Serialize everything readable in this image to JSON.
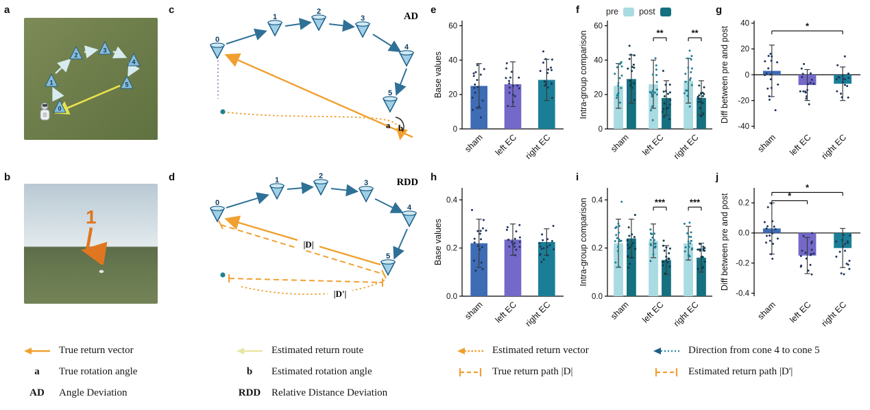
{
  "panels": {
    "a": {
      "label": "a",
      "cones": [
        "0",
        "1",
        "2",
        "3",
        "4",
        "5"
      ]
    },
    "b": {
      "label": "b",
      "marker": "1"
    },
    "c": {
      "label": "c",
      "title": "AD",
      "cones": [
        "0",
        "1",
        "2",
        "3",
        "4",
        "5"
      ],
      "angle_true": "a",
      "angle_est": "b"
    },
    "d": {
      "label": "d",
      "title": "RDD",
      "cones": [
        "0",
        "1",
        "2",
        "3",
        "4",
        "5"
      ],
      "dist_true": "|D|",
      "dist_est": "|D'|"
    },
    "e": {
      "label": "e"
    },
    "f": {
      "label": "f"
    },
    "g": {
      "label": "g"
    },
    "h": {
      "label": "h"
    },
    "i": {
      "label": "i"
    },
    "j": {
      "label": "j"
    }
  },
  "chart_data": [
    {
      "panel": "e",
      "type": "bar",
      "ylabel": "Base values",
      "categories": [
        "sham",
        "left EC",
        "right EC"
      ],
      "series": [
        {
          "name": "",
          "colors": [
            "#3e6cb5",
            "#7468c9",
            "#1a7f96"
          ],
          "values": [
            25,
            26,
            28.5
          ],
          "errors": [
            13,
            13,
            12
          ],
          "dot_color": "#20365c"
        }
      ],
      "ylim": [
        0,
        63
      ],
      "yticks": [
        0,
        20,
        40,
        60
      ],
      "decimals": 0,
      "significance": []
    },
    {
      "panel": "f",
      "type": "bar",
      "ylabel": "Intra-group comparison",
      "categories": [
        "sham",
        "left EC",
        "right EC"
      ],
      "series": [
        {
          "name": "pre",
          "color": "#a9dbe2",
          "values": [
            25,
            26,
            28
          ],
          "errors": [
            13,
            14,
            13
          ],
          "dot_color": "#1b7f96"
        },
        {
          "name": "post",
          "color": "#15707f",
          "values": [
            29,
            18,
            18
          ],
          "errors": [
            14,
            10,
            10
          ],
          "dot_color": "#0d3b4d"
        }
      ],
      "ylim": [
        0,
        63
      ],
      "yticks": [
        0,
        20,
        40,
        60
      ],
      "decimals": 0,
      "significance": [
        {
          "type": "within",
          "category": 1,
          "label": "**",
          "y": 53
        },
        {
          "type": "within",
          "category": 2,
          "label": "**",
          "y": 53
        }
      ]
    },
    {
      "panel": "g",
      "type": "bar",
      "ylabel": "Diff between pre and post",
      "categories": [
        "sham",
        "left EC",
        "right EC"
      ],
      "series": [
        {
          "name": "",
          "colors": [
            "#3e6cb5",
            "#7468c9",
            "#1a7f96"
          ],
          "values": [
            3,
            -8,
            -7
          ],
          "errors": [
            20,
            12,
            13
          ],
          "dot_color": "#20365c"
        }
      ],
      "ylim": [
        -42,
        42
      ],
      "yticks": [
        -40,
        -20,
        0,
        20,
        40
      ],
      "decimals": 0,
      "significance": [
        {
          "type": "across",
          "from": 0,
          "to": 2,
          "label": "*",
          "y": 34
        }
      ]
    },
    {
      "panel": "h",
      "type": "bar",
      "ylabel": "Base values",
      "categories": [
        "sham",
        "left EC",
        "right EC"
      ],
      "series": [
        {
          "name": "",
          "colors": [
            "#3e6cb5",
            "#7468c9",
            "#1a7f96"
          ],
          "values": [
            0.22,
            0.235,
            0.225
          ],
          "errors": [
            0.1,
            0.065,
            0.055
          ],
          "dot_color": "#20365c"
        }
      ],
      "ylim": [
        0,
        0.45
      ],
      "yticks": [
        0,
        0.2,
        0.4
      ],
      "decimals": 1,
      "significance": []
    },
    {
      "panel": "i",
      "type": "bar",
      "ylabel": "Intra-group comparison",
      "categories": [
        "sham",
        "left EC",
        "right EC"
      ],
      "series": [
        {
          "name": "pre",
          "color": "#a9dbe2",
          "values": [
            0.22,
            0.23,
            0.22
          ],
          "errors": [
            0.1,
            0.07,
            0.07
          ],
          "dot_color": "#1b7f96"
        },
        {
          "name": "post",
          "color": "#15707f",
          "values": [
            0.24,
            0.15,
            0.16
          ],
          "errors": [
            0.08,
            0.06,
            0.06
          ],
          "dot_color": "#0d3b4d"
        }
      ],
      "ylim": [
        0,
        0.45
      ],
      "yticks": [
        0,
        0.2,
        0.4
      ],
      "decimals": 1,
      "significance": [
        {
          "type": "within",
          "category": 1,
          "label": "***",
          "y": 0.37
        },
        {
          "type": "within",
          "category": 2,
          "label": "***",
          "y": 0.37
        }
      ]
    },
    {
      "panel": "j",
      "type": "bar",
      "ylabel": "Diff between pre and post",
      "categories": [
        "sham",
        "left EC",
        "right EC"
      ],
      "series": [
        {
          "name": "",
          "colors": [
            "#3e6cb5",
            "#7468c9",
            "#1a7f96"
          ],
          "values": [
            0.03,
            -0.15,
            -0.1
          ],
          "errors": [
            0.17,
            0.12,
            0.13
          ],
          "dot_color": "#20365c"
        }
      ],
      "ylim": [
        -0.42,
        0.3
      ],
      "yticks": [
        -0.4,
        -0.2,
        0,
        0.2
      ],
      "decimals": 1,
      "significance": [
        {
          "type": "across",
          "from": 0,
          "to": 1,
          "label": "*",
          "y": 0.215
        },
        {
          "type": "across",
          "from": 0,
          "to": 2,
          "label": "*",
          "y": 0.27
        }
      ]
    }
  ],
  "legend": {
    "col1": [
      {
        "label": "True return vector"
      },
      {
        "symbol": "a",
        "label": "True rotation angle"
      },
      {
        "symbol": "AD",
        "label": "Angle Deviation"
      }
    ],
    "col2": [
      {
        "label": "Estimated return route"
      },
      {
        "symbol": "b",
        "label": "Estimated rotation angle"
      },
      {
        "symbol": "RDD",
        "label": "Relative Distance Deviation"
      }
    ],
    "col3": [
      {
        "label": "Estimated return vector"
      },
      {
        "label": "True return path |D|"
      }
    ],
    "col4": [
      {
        "label": "Direction from cone 4 to cone 5"
      },
      {
        "label": "Estimated return path |D'|"
      }
    ]
  },
  "colors": {
    "true_return": "#f0a030",
    "estimated_route": "#e9e6a2",
    "blue_path": "#2f7096",
    "pre": "#a9dbe2",
    "post": "#15707f",
    "bar_blue": "#3e6cb5",
    "bar_purple": "#7468c9",
    "bar_teal": "#1a7f96"
  }
}
